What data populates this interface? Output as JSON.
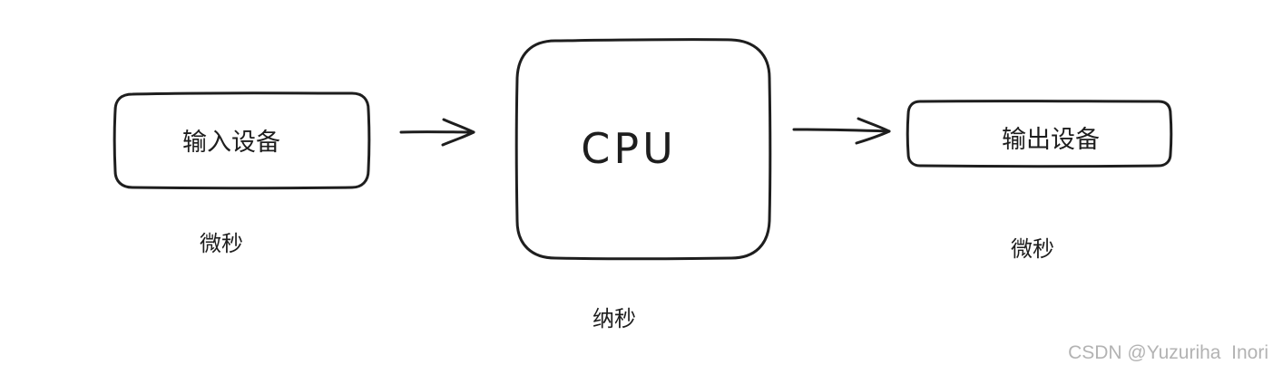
{
  "diagram": {
    "nodes": {
      "input": {
        "label": "输入设备",
        "time": "微秒"
      },
      "cpu": {
        "label": "CPU",
        "time": "纳秒"
      },
      "output": {
        "label": "输出设备",
        "time": "微秒"
      }
    }
  },
  "watermark": "CSDN @Yuzuriha  Inori"
}
